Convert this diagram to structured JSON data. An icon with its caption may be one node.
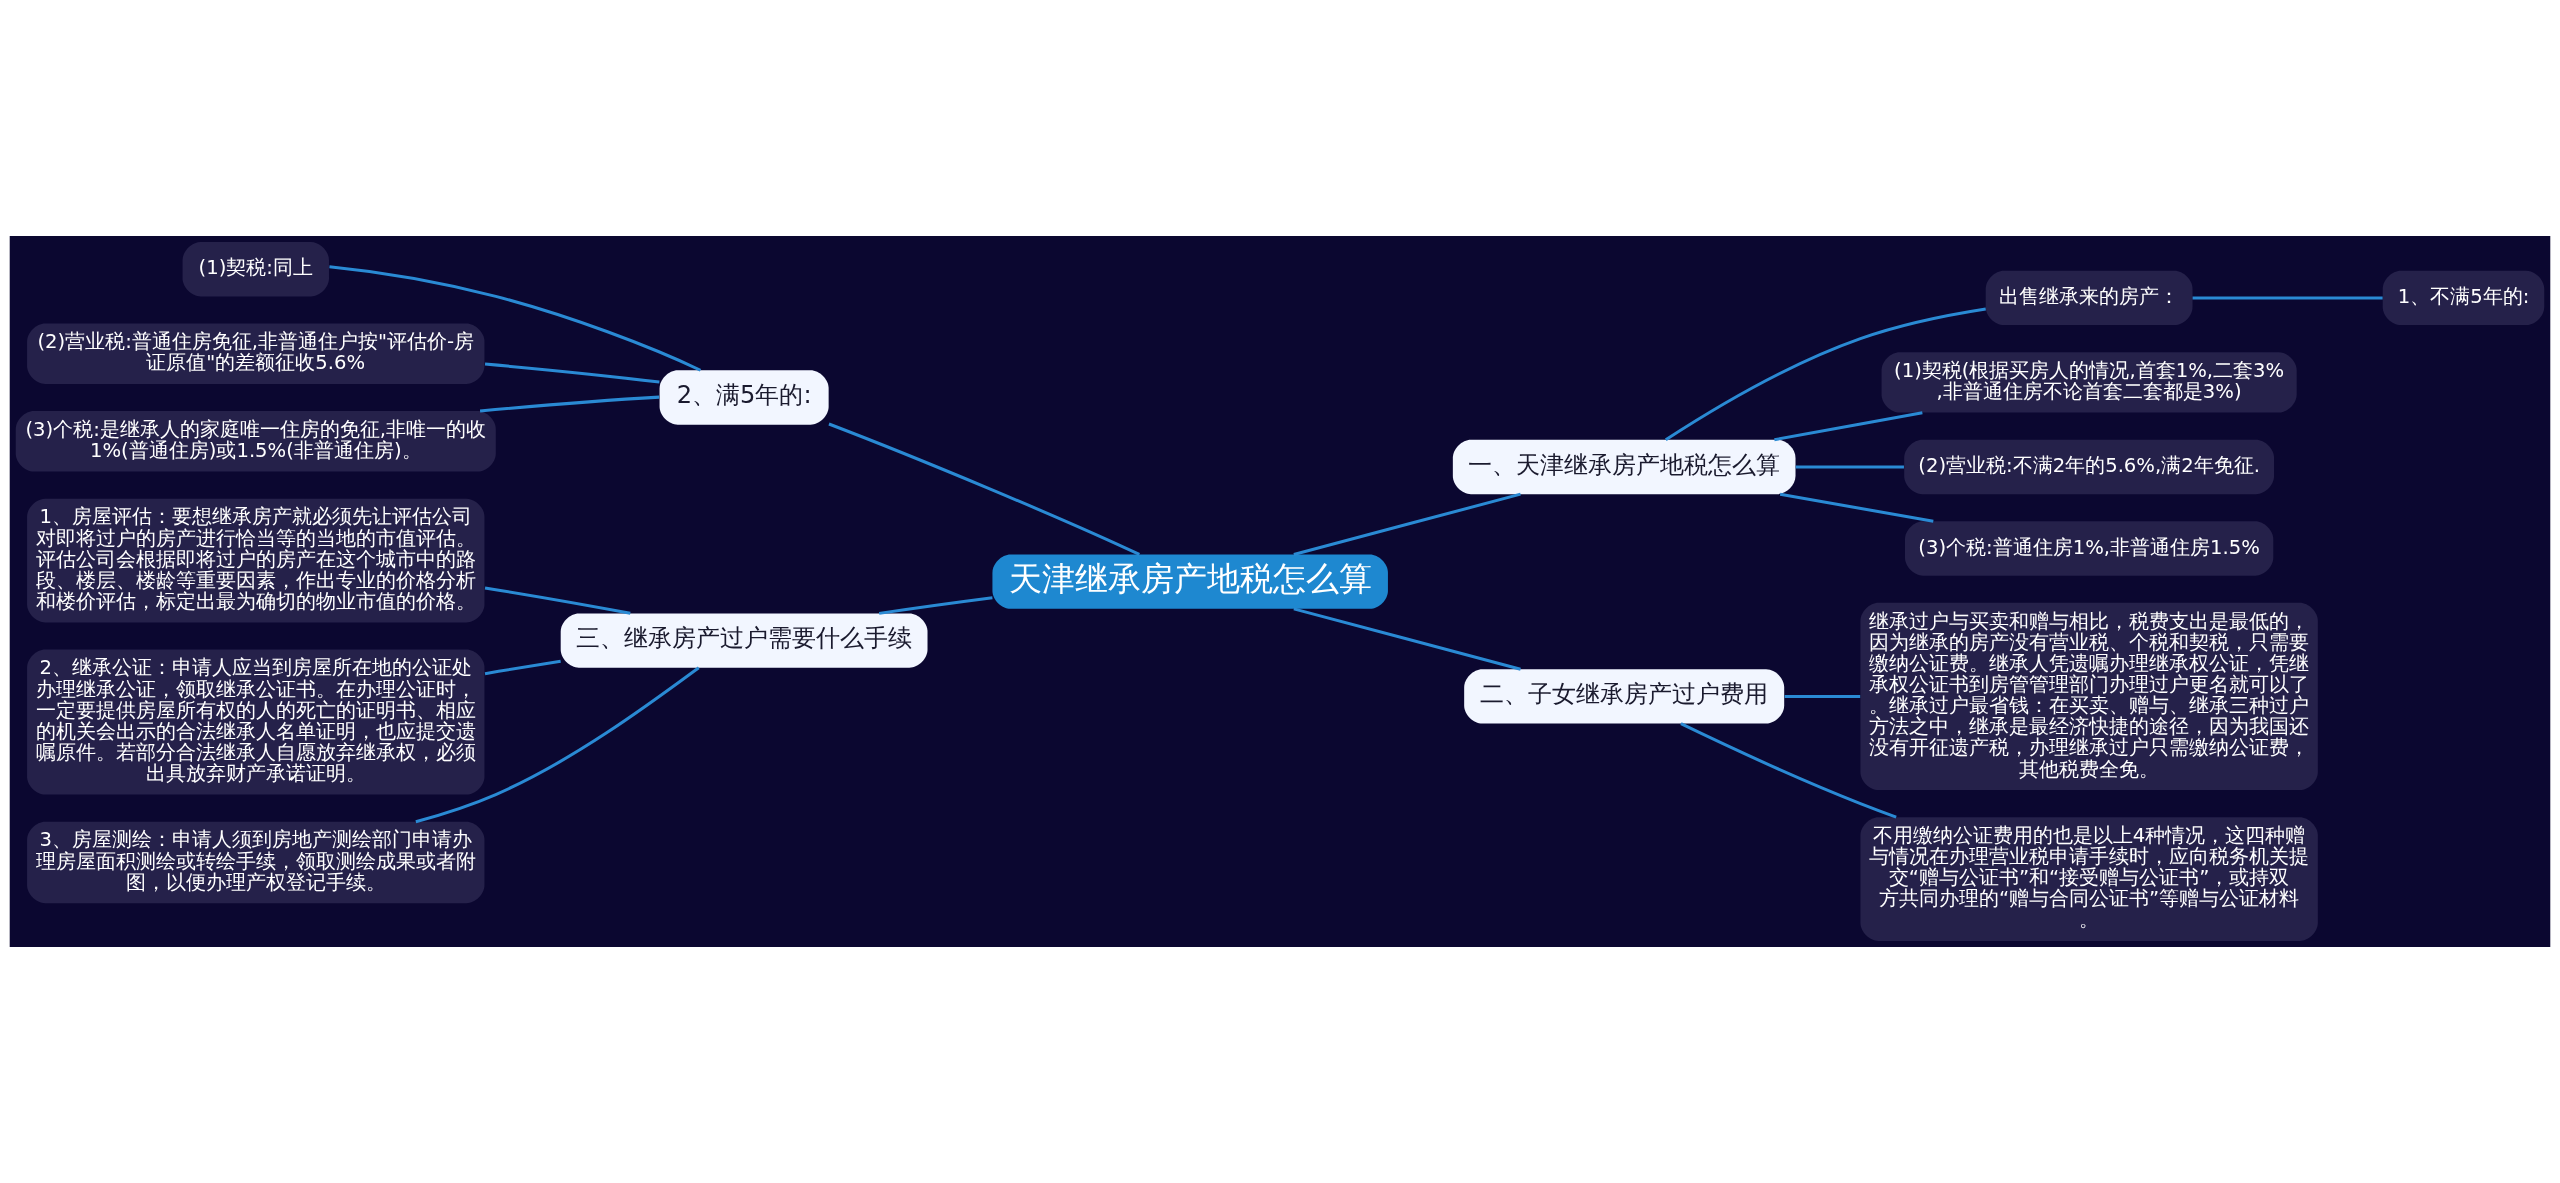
{
  "diagram": {
    "nodes": [
      {
        "text": [
          "天津继承房产地税怎么算"
        ]
      },
      {
        "text": [
          "一、天津继承房产地税怎么算"
        ]
      },
      {
        "text": [
          "出售继承来的房产："
        ]
      },
      {
        "text": [
          "1、不满5年的:"
        ]
      },
      {
        "text": [
          "(1)契税(根据买房人的情况,首套1%,二套3%,非普通住房不论首套二套都是3%)"
        ]
      },
      {
        "text": [
          "(2)营业税:不满2年的5.6%,满2年免征."
        ]
      },
      {
        "text": [
          "(3)个税:普通住房1%,非普通住房1.5%"
        ]
      },
      {
        "text": [
          "二、子女继承房产过户费用"
        ]
      },
      {
        "text": [
          "继承过户与买卖和赠与相比，税费支出是最低的，因为继承的房产没有营业税、个税和契税，只需要缴纳公证费。继承人凭遗嘱办理继承权公证，凭继承权公证书到房管管理部门办理过户更名就可以了。继承过户最省钱：在买卖、赠与、继承三种过户方法之中，继承是最经济快捷的途径，因为我国还没有开征遗产税，办理继承过户只需缴纳公证费，其他税费全免。"
        ]
      },
      {
        "text": [
          "不用缴纳公证费用的也是以上4种情况，这四种赠与情况在办理营业税申请手续时，应向税务机关提交“赠与公证书”和“接受赠与公证书”，或持双方共同办理的“赠与合同公证书”等赠与公证材料。"
        ]
      },
      {
        "text": [
          "2、满5年的:"
        ]
      },
      {
        "text": [
          "(1)契税:同上"
        ]
      },
      {
        "text": [
          "(2)营业税:普通住房免征,非普通住户按\"评估价-房证原值\"的差额征收5.6%"
        ]
      },
      {
        "text": [
          "(3)个税:是继承人的家庭唯一住房的免征,非唯一的收1%(普通住房)或1.5%(非普通住房)。"
        ]
      },
      {
        "text": [
          "三、继承房产过户需要什么手续"
        ]
      },
      {
        "text": [
          "1、房屋评估：要想继承房产就必须先让评估公司对即将过户的房产进行恰当等的当地的市值评估。评估公司会根据即将过户的房产在这个城市中的路段、楼层、楼龄等重要因素，作出专业的价格分析和楼价评估，标定出最为确切的物业市值的价格。"
        ]
      },
      {
        "text": [
          "2、继承公证：申请人应当到房屋所在地的公证处办理继承公证，领取继承公证书。在办理公证时，一定要提供房屋所有权的人的死亡的证明书、相应的机关会出示的合法继承人名单证明，也应提交遗嘱原件。若部分合法继承人自愿放弃继承权，必须出具放弃财产承诺证明。"
        ]
      },
      {
        "text": [
          "3、房屋测绘：申请人须到房地产测绘部门申请办理房屋面积测绘或转绘手续，领取测绘成果或者附图，以便办理产权登记手续。"
        ]
      }
    ],
    "edges": [
      {
        "from": 0,
        "to": 1,
        "arrow": "none"
      },
      {
        "from": 1,
        "to": 2,
        "arrow": "none"
      },
      {
        "from": 2,
        "to": 3,
        "arrow": "none"
      },
      {
        "from": 1,
        "to": 4,
        "arrow": "none"
      },
      {
        "from": 1,
        "to": 5,
        "arrow": "none"
      },
      {
        "from": 1,
        "to": 6,
        "arrow": "none"
      },
      {
        "from": 0,
        "to": 7,
        "arrow": "none"
      },
      {
        "from": 7,
        "to": 8,
        "arrow": "none"
      },
      {
        "from": 7,
        "to": 9,
        "arrow": "none"
      },
      {
        "from": 0,
        "to": 10,
        "arrow": "none"
      },
      {
        "from": 10,
        "to": 11,
        "arrow": "none"
      },
      {
        "from": 10,
        "to": 12,
        "arrow": "none"
      },
      {
        "from": 10,
        "to": 13,
        "arrow": "none"
      },
      {
        "from": 0,
        "to": 14,
        "arrow": "none"
      },
      {
        "from": 14,
        "to": 15,
        "arrow": "none"
      },
      {
        "from": 14,
        "to": 16,
        "arrow": "none"
      },
      {
        "from": 14,
        "to": 17,
        "arrow": "none"
      }
    ]
  }
}
